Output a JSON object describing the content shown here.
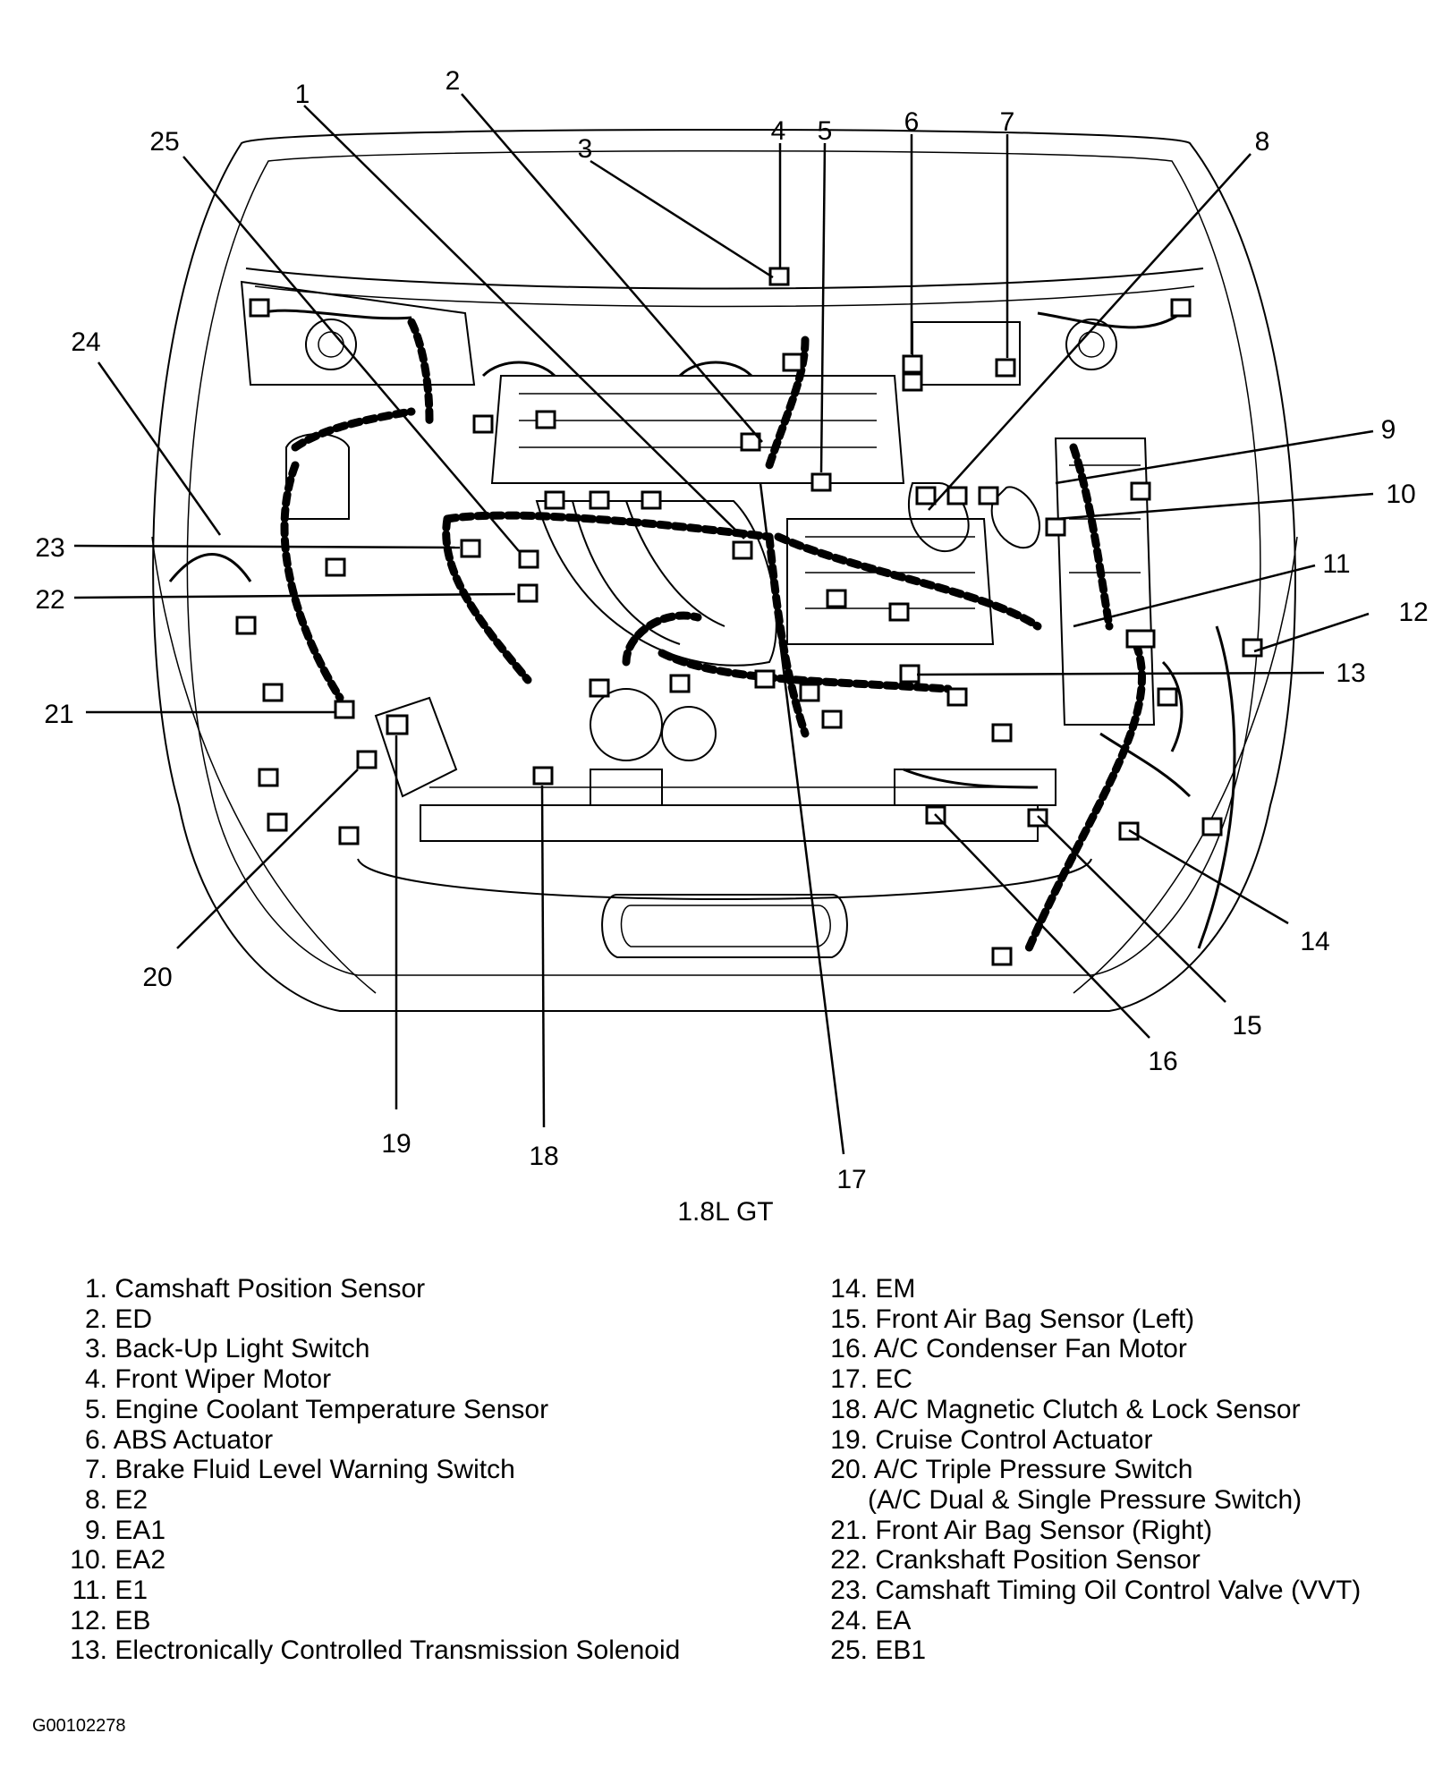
{
  "diagram": {
    "callouts": [
      {
        "n": "1"
      },
      {
        "n": "2"
      },
      {
        "n": "3"
      },
      {
        "n": "4"
      },
      {
        "n": "5"
      },
      {
        "n": "6"
      },
      {
        "n": "7"
      },
      {
        "n": "8"
      },
      {
        "n": "9"
      },
      {
        "n": "10"
      },
      {
        "n": "11"
      },
      {
        "n": "12"
      },
      {
        "n": "13"
      },
      {
        "n": "14"
      },
      {
        "n": "15"
      },
      {
        "n": "16"
      },
      {
        "n": "17"
      },
      {
        "n": "18"
      },
      {
        "n": "19"
      },
      {
        "n": "20"
      },
      {
        "n": "21"
      },
      {
        "n": "22"
      },
      {
        "n": "23"
      },
      {
        "n": "24"
      },
      {
        "n": "25"
      }
    ]
  },
  "caption": "1.8L GT",
  "legend": {
    "left": [
      {
        "num": "1.",
        "text": "Camshaft Position Sensor"
      },
      {
        "num": "2.",
        "text": "ED"
      },
      {
        "num": "3.",
        "text": "Back-Up Light Switch"
      },
      {
        "num": "4.",
        "text": "Front Wiper Motor"
      },
      {
        "num": "5.",
        "text": "Engine Coolant Temperature Sensor"
      },
      {
        "num": "6.",
        "text": "ABS Actuator"
      },
      {
        "num": "7.",
        "text": "Brake Fluid Level Warning Switch"
      },
      {
        "num": "8.",
        "text": "E2"
      },
      {
        "num": "9.",
        "text": "EA1"
      },
      {
        "num": "10.",
        "text": "EA2"
      },
      {
        "num": "11.",
        "text": "E1"
      },
      {
        "num": "12.",
        "text": "EB"
      },
      {
        "num": "13.",
        "text": "Electronically Controlled Transmission Solenoid"
      }
    ],
    "right": [
      {
        "num": "14.",
        "text": "EM"
      },
      {
        "num": "15.",
        "text": "Front Air Bag Sensor (Left)"
      },
      {
        "num": "16.",
        "text": "A/C Condenser Fan Motor"
      },
      {
        "num": "17.",
        "text": "EC"
      },
      {
        "num": "18.",
        "text": "A/C Magnetic Clutch & Lock Sensor"
      },
      {
        "num": "19.",
        "text": "Cruise Control Actuator"
      },
      {
        "num": "20.",
        "text": "A/C Triple Pressure Switch"
      },
      {
        "num": "",
        "text": "(A/C Dual & Single Pressure Switch)"
      },
      {
        "num": "21.",
        "text": "Front Air Bag Sensor (Right)"
      },
      {
        "num": "22.",
        "text": "Crankshaft Position Sensor"
      },
      {
        "num": "23.",
        "text": "Camshaft Timing Oil Control Valve (VVT)"
      },
      {
        "num": "24.",
        "text": "EA"
      },
      {
        "num": "25.",
        "text": "EB1"
      }
    ]
  },
  "figure_id": "G00102278"
}
